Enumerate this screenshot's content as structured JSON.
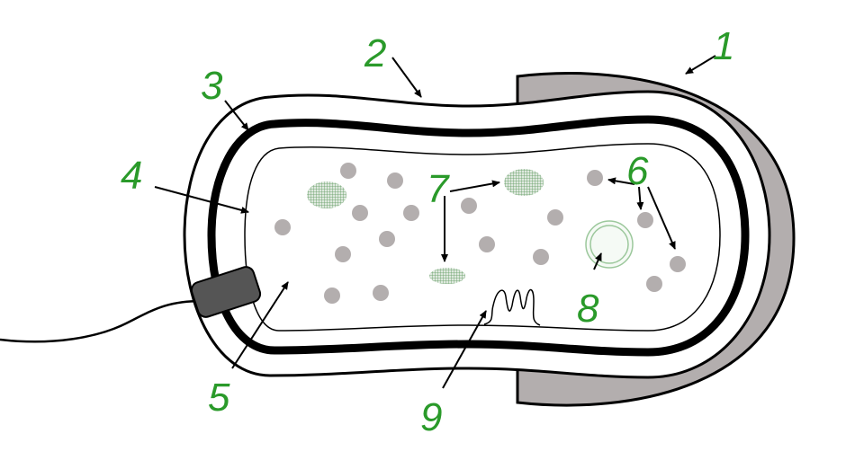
{
  "title": "Prokaryotic cell diagram",
  "labels": {
    "l1": "1",
    "l2": "2",
    "l3": "3",
    "l4": "4",
    "l5": "5",
    "l6": "6",
    "l7": "7",
    "l8": "8",
    "l9": "9"
  },
  "colors": {
    "label": "#2a9a2a",
    "capsule": "#b3aeae",
    "ribosome": "#b3aeae",
    "nucleoid": "#4a8a4a",
    "pilus": "#555555"
  }
}
